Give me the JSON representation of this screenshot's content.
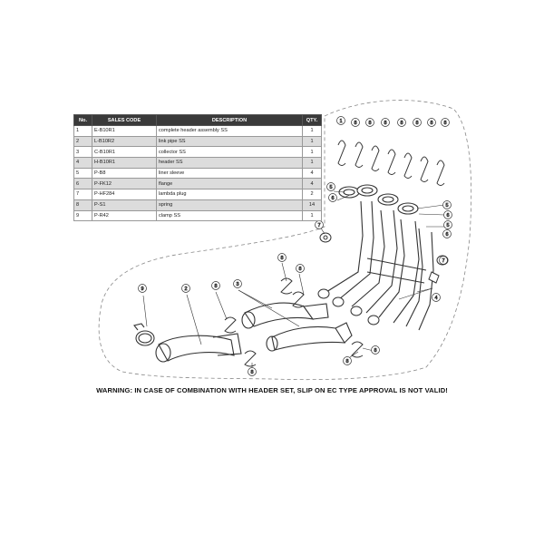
{
  "table": {
    "headers": {
      "no": "No.",
      "code": "SALES CODE",
      "desc": "DESCRIPTION",
      "qty": "QTY."
    },
    "rows": [
      {
        "no": "1",
        "code": "E-B10R1",
        "desc": "complete header assembly SS",
        "qty": "1"
      },
      {
        "no": "2",
        "code": "L-B10R2",
        "desc": "link pipe SS",
        "qty": "1"
      },
      {
        "no": "3",
        "code": "C-B10R1",
        "desc": "collector SS",
        "qty": "1"
      },
      {
        "no": "4",
        "code": "H-B10R1",
        "desc": "header SS",
        "qty": "1"
      },
      {
        "no": "5",
        "code": "P-B8",
        "desc": "liner sleeve",
        "qty": "4"
      },
      {
        "no": "6",
        "code": "P-FK12",
        "desc": "flange",
        "qty": "4"
      },
      {
        "no": "7",
        "code": "P-HF284",
        "desc": "lambda plug",
        "qty": "2"
      },
      {
        "no": "8",
        "code": "P-S1",
        "desc": "spring",
        "qty": "14"
      },
      {
        "no": "9",
        "code": "P-R42",
        "desc": "clamp SS",
        "qty": "1"
      }
    ]
  },
  "warning": "WARNING: IN CASE OF COMBINATION WITH HEADER SET, SLIP ON EC TYPE APPROVAL IS NOT VALID!",
  "callouts": {
    "c1": "1",
    "c2": "2",
    "c3": "3",
    "c4": "4",
    "c5": "5",
    "c6": "6",
    "c7": "7",
    "c8": "8",
    "c9": "9"
  },
  "colors": {
    "line": "#333333",
    "outline": "#888888",
    "header_bg": "#3a3a3a",
    "row_alt": "#dcdcdc"
  }
}
